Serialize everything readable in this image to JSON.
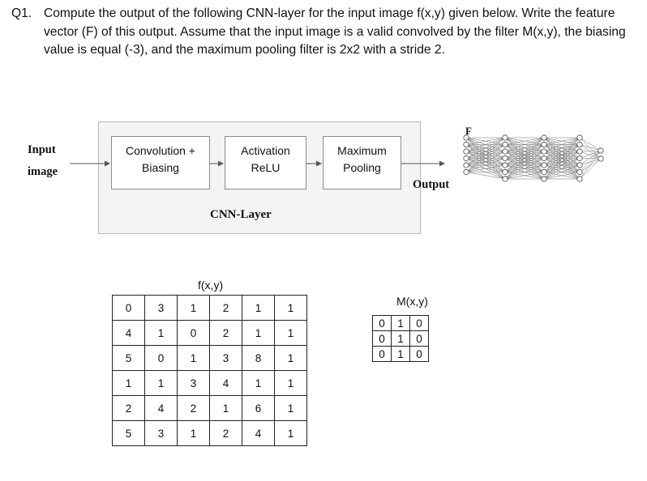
{
  "question": {
    "number": "Q1.",
    "text": "Compute the output of the following CNN-layer for the input image f(x,y) given below. Write the feature vector (F) of this output. Assume that the input image is a valid convolved by the filter M(x,y), the biasing value is equal (-3), and the maximum pooling filter is 2x2 with a stride 2."
  },
  "diagram": {
    "input_label_1": "Input",
    "input_label_2": "image",
    "stage1_line1": "Convolution +",
    "stage1_line2": "Biasing",
    "stage2_line1": "Activation",
    "stage2_line2": "ReLU",
    "stage3_line1": "Maximum",
    "stage3_line2": "Pooling",
    "layer_label": "CNN-Layer",
    "output_label": "Output",
    "f_label": "F"
  },
  "fxy": {
    "title": "f(x,y)",
    "rows": [
      [
        "0",
        "3",
        "1",
        "2",
        "1",
        "1"
      ],
      [
        "4",
        "1",
        "0",
        "2",
        "1",
        "1"
      ],
      [
        "5",
        "0",
        "1",
        "3",
        "8",
        "1"
      ],
      [
        "1",
        "1",
        "3",
        "4",
        "1",
        "1"
      ],
      [
        "2",
        "4",
        "2",
        "1",
        "6",
        "1"
      ],
      [
        "5",
        "3",
        "1",
        "2",
        "4",
        "1"
      ]
    ]
  },
  "mxy": {
    "title": "M(x,y)",
    "rows": [
      [
        "0",
        "1",
        "0"
      ],
      [
        "0",
        "1",
        "0"
      ],
      [
        "0",
        "1",
        "0"
      ]
    ]
  }
}
